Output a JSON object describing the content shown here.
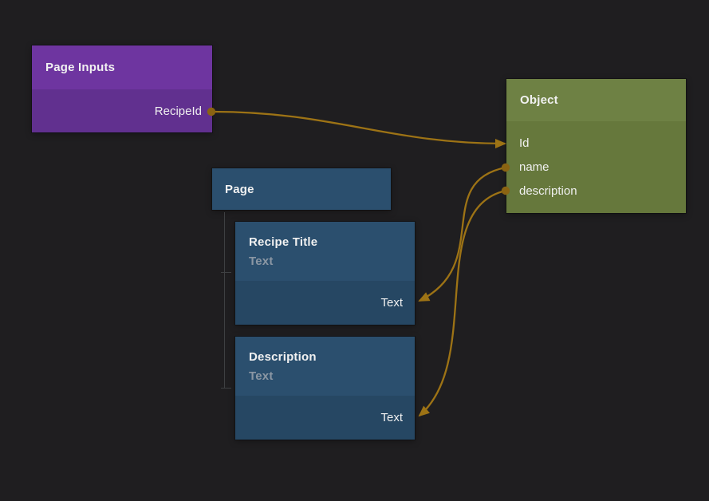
{
  "app": {
    "view": "node-graph-canvas"
  },
  "colors": {
    "background": "#1f1e20",
    "wire": "#9d7315",
    "port_dot": "#8a6312",
    "tree_line": "#3e4042",
    "node_purple_header": "#6e35a0",
    "node_purple_body": "#61308f",
    "node_blue_header": "#2b4f6e",
    "node_blue_body": "#264763",
    "node_green_header": "#6e8144",
    "node_green_body": "#66783c",
    "title_text": "#f1f1f1",
    "subtitle_text": "#8b97a4"
  },
  "nodes": {
    "page_inputs": {
      "title": "Page Inputs",
      "ports": [
        {
          "label": "RecipeId",
          "direction": "output"
        }
      ]
    },
    "object": {
      "title": "Object",
      "ports": [
        {
          "label": "Id",
          "direction": "input"
        },
        {
          "label": "name",
          "direction": "output"
        },
        {
          "label": "description",
          "direction": "output"
        }
      ]
    },
    "page": {
      "title": "Page"
    },
    "recipe_title": {
      "title": "Recipe Title",
      "subtitle": "Text",
      "ports": [
        {
          "label": "Text",
          "direction": "input"
        }
      ]
    },
    "description": {
      "title": "Description",
      "subtitle": "Text",
      "ports": [
        {
          "label": "Text",
          "direction": "input"
        }
      ]
    }
  },
  "connections": [
    {
      "from": "Page Inputs.RecipeId",
      "to": "Object.Id"
    },
    {
      "from": "Object.name",
      "to": "Recipe Title.Text"
    },
    {
      "from": "Object.description",
      "to": "Description.Text"
    }
  ]
}
